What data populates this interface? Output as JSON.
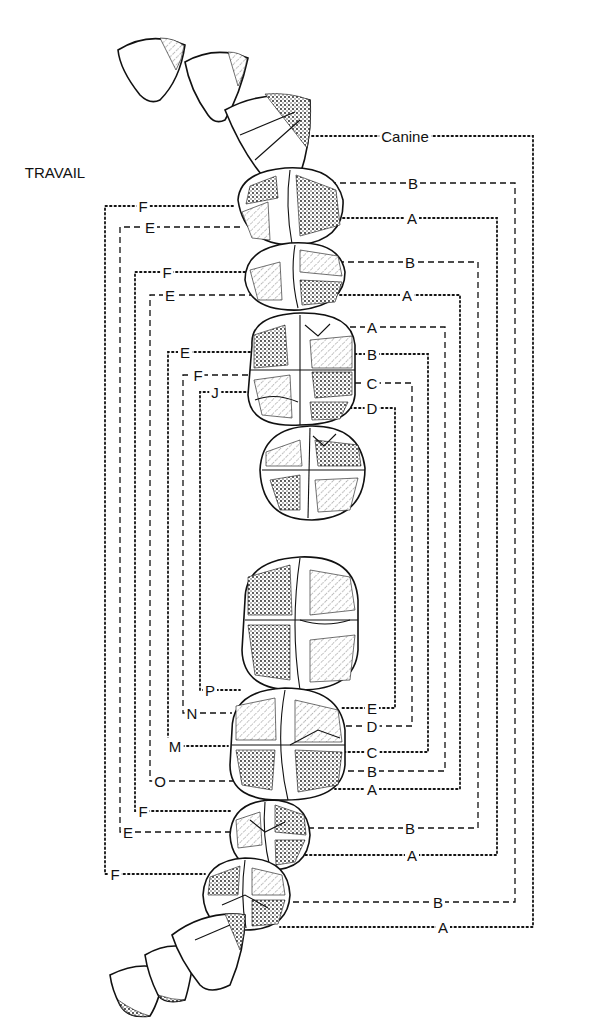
{
  "diagram": {
    "labels": [
      "Canine",
      "TRAVAIL",
      "B",
      "F",
      "A",
      "E",
      "B",
      "F",
      "E",
      "A",
      "A",
      "E",
      "B",
      "F",
      "C",
      "J",
      "D",
      "P",
      "E",
      "N",
      "D",
      "M",
      "C",
      "B",
      "O",
      "A",
      "F",
      "B",
      "E",
      "A",
      "F",
      "B",
      "A"
    ]
  }
}
